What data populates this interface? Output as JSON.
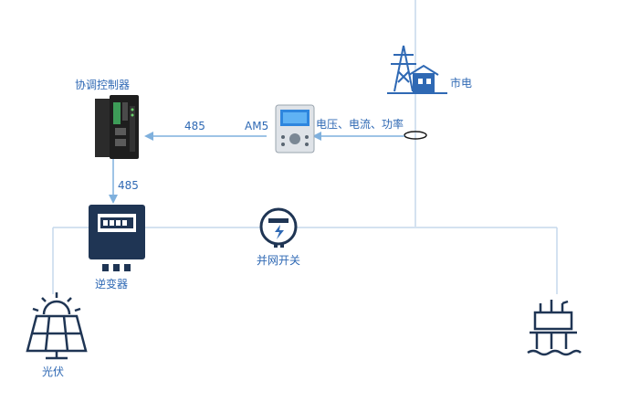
{
  "labels": {
    "grid": "市电",
    "controller": "协调控制器",
    "link_controller_meter": "485",
    "meter_protocol": "AM5",
    "measurement": "电压、电流、功率",
    "link_controller_inverter": "485",
    "inverter": "逆变器",
    "switch": "并网开关",
    "pv": "光伏"
  },
  "colors": {
    "line": "#c5d9ec",
    "arrow": "#7fb0dd",
    "accent": "#2f69b4",
    "navy": "#1f3554",
    "dark": "#2b2b2b"
  },
  "icons": [
    "power-tower-icon",
    "controller-device-icon",
    "power-meter-icon",
    "inverter-icon",
    "grid-switch-icon",
    "solar-panel-icon",
    "load-facility-icon"
  ]
}
